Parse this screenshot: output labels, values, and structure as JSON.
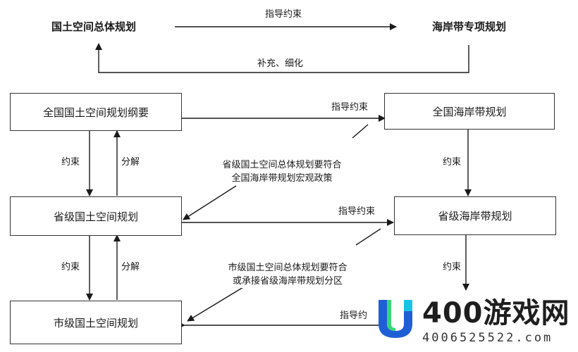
{
  "top": {
    "left_title": "国土空间总体规划",
    "right_title": "海岸带专项规划",
    "guide_label": "指导约束",
    "feedback_label": "补充、细化"
  },
  "left_boxes": {
    "national": "全国国土空间规划纲要",
    "provincial": "省级国土空间规划",
    "municipal": "市级国土空间规划"
  },
  "right_boxes": {
    "national": "全国海岸带规划",
    "provincial": "省级海岸带规划"
  },
  "labels": {
    "guide_1": "指导约束",
    "guide_2": "指导约束",
    "guide_3": "指导约",
    "constrain_left_1": "约束",
    "decompose_left_1": "分解",
    "constrain_left_2": "约束",
    "decompose_left_2": "分解",
    "constrain_right_1": "约束",
    "constrain_right_2": "约束"
  },
  "notes": {
    "provincial_line1": "省级国土空间总体规划要符合",
    "provincial_line2": "全国海岸带规划宏观政策",
    "municipal_line1": "市级国土空间总体规划要符合",
    "municipal_line2": "或承接省级海岸带规划分区"
  },
  "watermark": {
    "name": "400游戏网",
    "number": "4006525522.com"
  },
  "colors": {
    "line": "#1a1a1a",
    "logo_blue": "#1f5fd6",
    "logo_cyan": "#19c3e6",
    "logo_green": "#37d67a"
  }
}
